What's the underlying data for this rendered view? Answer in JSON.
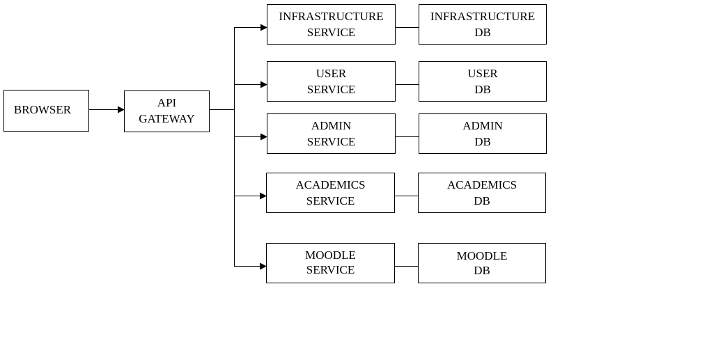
{
  "diagram": {
    "browser": {
      "lines": [
        "BROWSER"
      ]
    },
    "gateway": {
      "lines": [
        "API",
        "GATEWAY"
      ]
    },
    "services": [
      {
        "id": "infrastructure",
        "service": [
          "INFRASTRUCTURE",
          "SERVICE"
        ],
        "db": [
          "INFRASTRUCTURE",
          "DB"
        ]
      },
      {
        "id": "user",
        "service": [
          "USER",
          "SERVICE"
        ],
        "db": [
          "USER",
          "DB"
        ]
      },
      {
        "id": "admin",
        "service": [
          "ADMIN",
          "SERVICE"
        ],
        "db": [
          "ADMIN",
          "DB"
        ]
      },
      {
        "id": "academics",
        "service": [
          "ACADEMICS",
          "SERVICE"
        ],
        "db": [
          "ACADEMICS",
          "DB"
        ]
      },
      {
        "id": "moodle",
        "service": [
          "MOODLE",
          "SERVICE"
        ],
        "db": [
          "MOODLE",
          "DB"
        ]
      }
    ]
  }
}
